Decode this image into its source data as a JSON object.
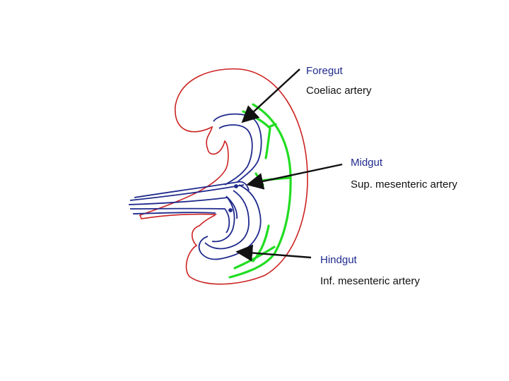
{
  "labels": {
    "foregut": {
      "region": "Foregut",
      "artery": "Coeliac artery"
    },
    "midgut": {
      "region": "Midgut",
      "artery": "Sup. mesenteric artery"
    },
    "hindgut": {
      "region": "Hindgut",
      "artery": "Inf. mesenteric artery"
    }
  },
  "colors": {
    "outline": "#cc2222",
    "gut": "#1f2a8c",
    "artery": "#22dd22",
    "pointer": "#111111",
    "region_text": "#1f2a8c",
    "artery_text": "#111111"
  }
}
